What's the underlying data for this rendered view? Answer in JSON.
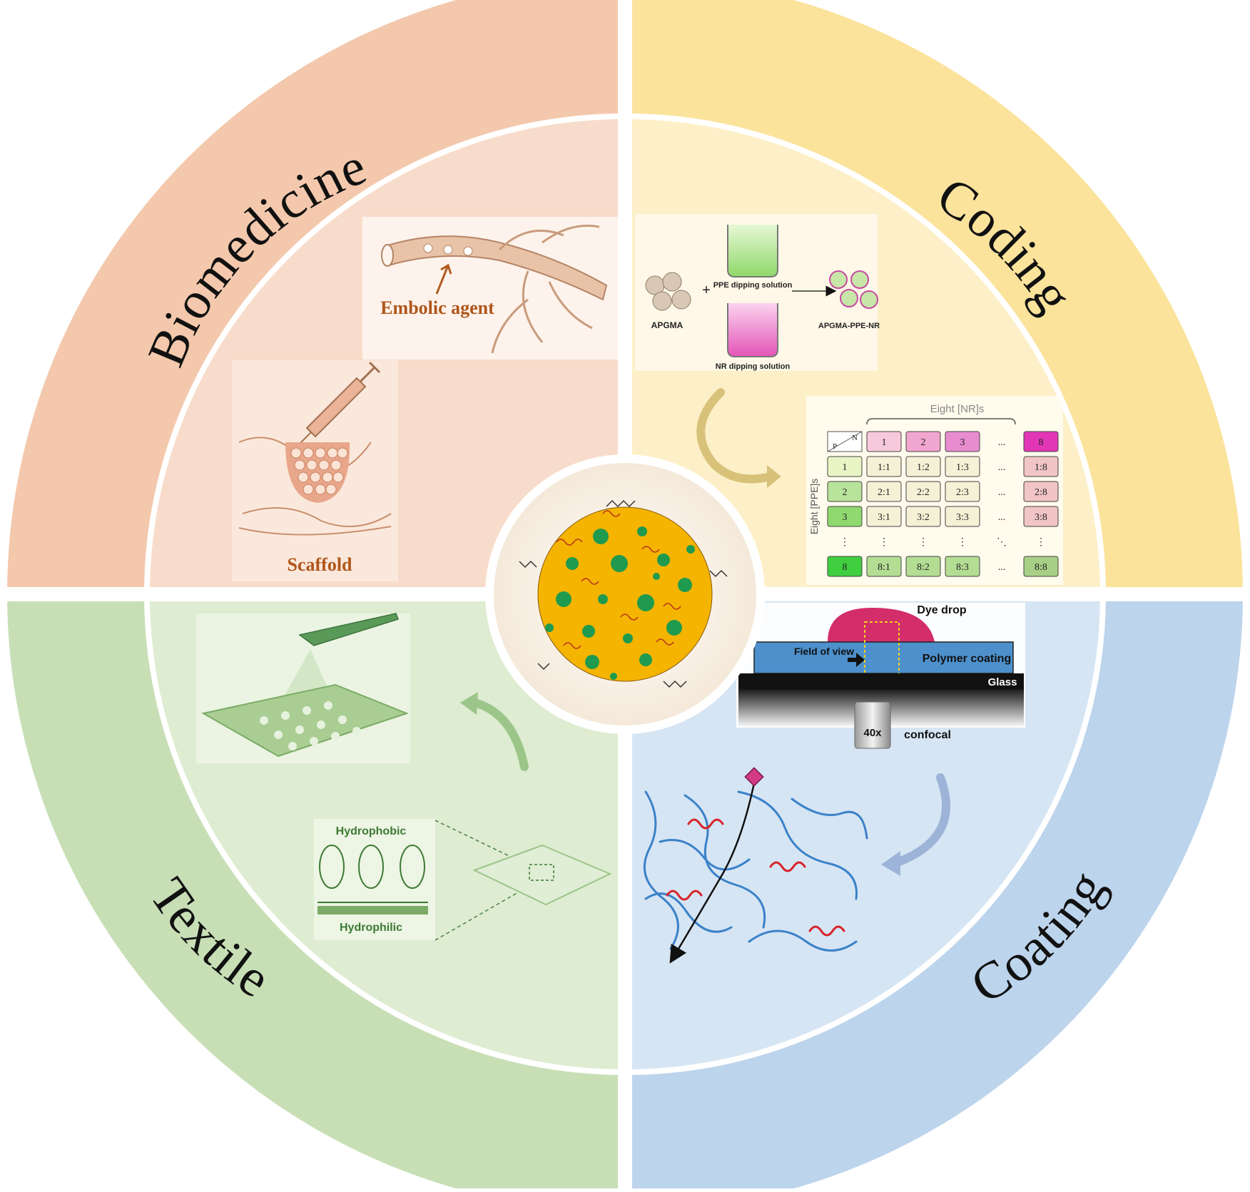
{
  "quadrants": {
    "biomedicine": {
      "label": "Biomedicine",
      "embolic_label": "Embolic agent",
      "scaffold_label": "Scaffold",
      "color_outer": "#f3c8ac",
      "color_inner": "#f8dccb"
    },
    "coding": {
      "label": "Coding",
      "apgma_label": "APGMA",
      "ppe_label": "PPE dipping solution",
      "nr_label": "NR dipping solution",
      "product_label": "APGMA-PPE-NR",
      "grid": {
        "top_brace_label": "Eight [NR]s",
        "side_brace_label": "Eight [PPE]s",
        "corner_top": "N",
        "corner_bottom": "P",
        "col_headers": [
          "1",
          "2",
          "3",
          "...",
          "8"
        ],
        "row_headers": [
          "1",
          "2",
          "3",
          "⋮",
          "8"
        ],
        "cells": [
          [
            "1:1",
            "1:2",
            "1:3",
            "...",
            "1:8"
          ],
          [
            "2:1",
            "2:2",
            "2:3",
            "...",
            "2:8"
          ],
          [
            "3:1",
            "3:2",
            "3:3",
            "...",
            "3:8"
          ],
          [
            "⋮",
            "⋮",
            "⋮",
            "⋱",
            "⋮"
          ],
          [
            "8:1",
            "8:2",
            "8:3",
            "...",
            "8:8"
          ]
        ]
      },
      "color_outer": "#fbe39c",
      "color_inner": "#fdf0c8"
    },
    "textile": {
      "label": "Textile",
      "hydrophobic_label": "Hydrophobic",
      "hydrophilic_label": "Hydrophilic",
      "color_outer": "#c8dfb6",
      "color_inner": "#deecd1"
    },
    "coating": {
      "label": "Coating",
      "dye_drop_label": "Dye drop",
      "field_of_view_label": "Field of view",
      "polymer_coating_label": "Polymer coating",
      "glass_label": "Glass",
      "objective_label": "40x",
      "confocal_label": "confocal",
      "color_outer": "#bcd4ec",
      "color_inner": "#d6e5f4"
    }
  }
}
